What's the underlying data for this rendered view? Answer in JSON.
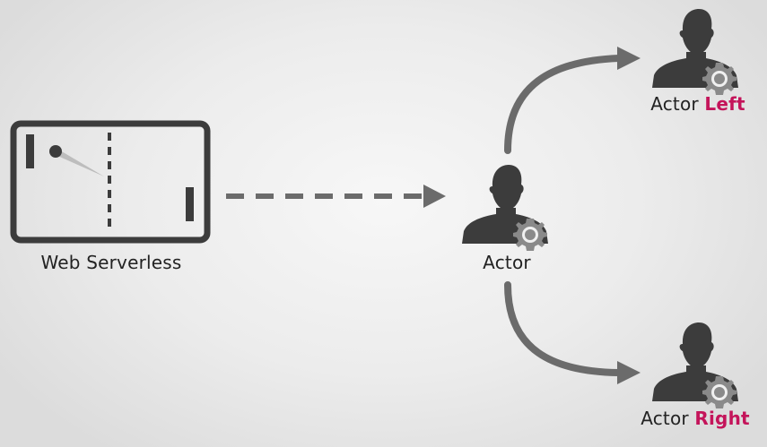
{
  "nodes": {
    "web": {
      "label": "Web Serverless"
    },
    "actor": {
      "label": "Actor"
    },
    "actor_left": {
      "label_main": "Actor",
      "label_accent": "Left"
    },
    "actor_right": {
      "label_main": "Actor",
      "label_accent": "Right"
    }
  },
  "icons": {
    "web": "pong-game-icon",
    "actor": "person-gear-icon"
  },
  "colors": {
    "dark": "#3c3c3c",
    "light_gray": "#8a8a8a",
    "accent": "#c4145a",
    "arrow": "#6b6b6b"
  }
}
